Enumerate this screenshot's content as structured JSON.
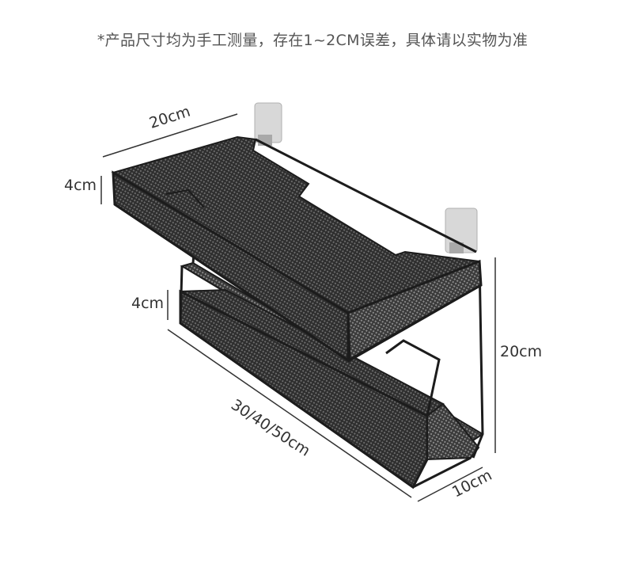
{
  "note": "*产品尺寸均为手工测量，存在1~2CM误差，具体请以实物为准",
  "dimensions": {
    "top_width": "20cm",
    "top_tray_height": "4cm",
    "bottom_tray_height": "4cm",
    "overall_height": "20cm",
    "length": "30/40/50cm",
    "depth": "10cm"
  },
  "colors": {
    "frame": "#1c1c1c",
    "mesh": "#3a3a3a",
    "dimension_line": "#333333",
    "note_text": "#555555",
    "hook": "#cfcfcf"
  }
}
